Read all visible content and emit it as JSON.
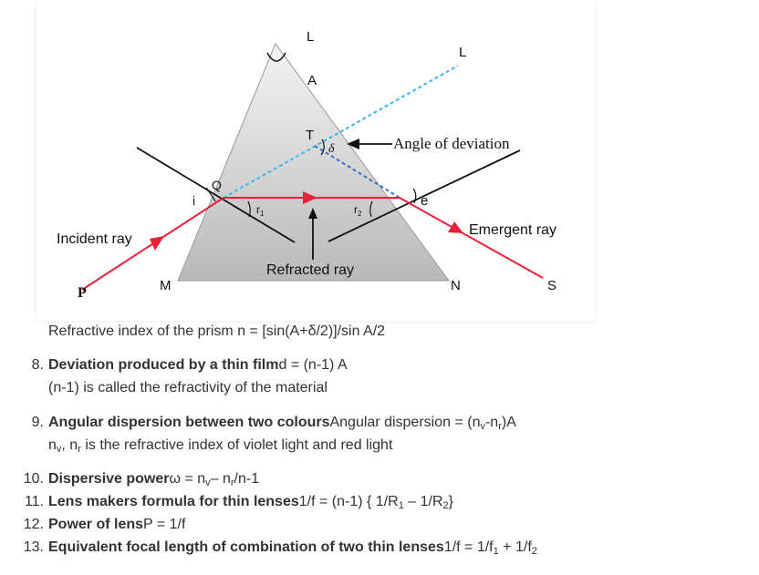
{
  "figure": {
    "labels": {
      "L_top": "L",
      "L_right": "L",
      "A": "A",
      "T": "T",
      "delta": "δ",
      "angle_of_deviation": "Angle of deviation",
      "Q": "Q",
      "i": "i",
      "r1": "r",
      "r1_sub": "1",
      "r2": "r",
      "r2_sub": "2",
      "e": "e",
      "incident_ray": "Incident ray",
      "emergent_ray": "Emergent ray",
      "refracted_ray": "Refracted ray",
      "P": "P",
      "M": "M",
      "N": "N",
      "S": "S"
    },
    "colors": {
      "prism_fill_top": "#f2f2f2",
      "prism_fill_bottom": "#bdbdbd",
      "ray": "#e8213b",
      "dashed": "#3fb4ef",
      "normal": "#111111"
    }
  },
  "refractive_index": "Refractive index of the prism n = [sin(A+δ/2)]/sin A/2",
  "items": [
    {
      "num": "8.",
      "bold": "Deviation produced by a thin film",
      "text": "d = (n-1) A",
      "line2": "(n-1) is called the refractivity of the material"
    },
    {
      "num": "9.",
      "bold": "Angular dispersion between two colours",
      "text_a": "Angular dispersion = (n",
      "sub_v": "v",
      "text_b": "-n",
      "sub_r": "r",
      "text_c": ")A",
      "line2_a": "n",
      "line2_sub_v": "v",
      "line2_b": ", n",
      "line2_sub_r": "r",
      "line2_c": " is the refractive index of violet light and red light"
    },
    {
      "num": "10.",
      "bold": "Dispersive power",
      "text_a": "ω = n",
      "sub_v": "v",
      "text_b": "– n",
      "sub_r": "r",
      "text_c": "/n-1"
    },
    {
      "num": "11.",
      "bold": "Lens makers formula for thin lenses",
      "text_a": "1/f = (n-1) { 1/R",
      "sub_1": "1",
      "text_b": " – 1/R",
      "sub_2": "2",
      "text_c": "}"
    },
    {
      "num": "12.",
      "bold": "Power of lens",
      "text": "P = 1/f"
    },
    {
      "num": "13.",
      "bold": "Equivalent focal length of combination of two thin lenses",
      "text_a": "1/f = 1/f",
      "sub_1": "1",
      "text_b": " + 1/f",
      "sub_2": "2"
    }
  ]
}
